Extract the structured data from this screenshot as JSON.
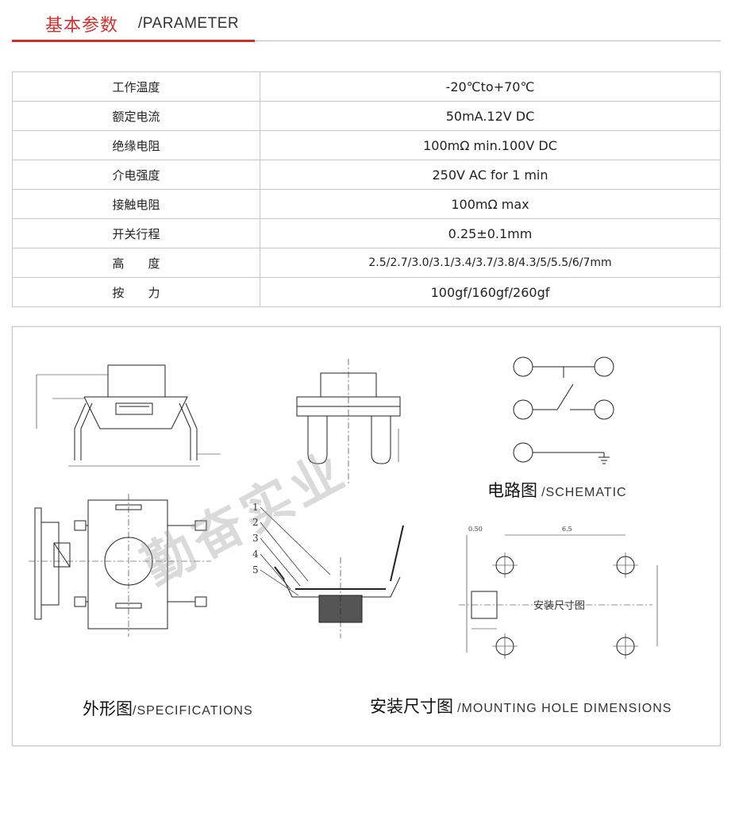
{
  "header": {
    "title_cn": "基本参数",
    "title_en": "/PARAMETER"
  },
  "params": [
    {
      "key": "工作温度",
      "value": "-20℃to+70℃"
    },
    {
      "key": "额定电流",
      "value": "50mA.12V DC"
    },
    {
      "key": "绝缘电阻",
      "value": "100mΩ min.100V DC"
    },
    {
      "key": "介电强度",
      "value": "250V AC for 1 min"
    },
    {
      "key": "接触电阻",
      "value": "100mΩ  max"
    },
    {
      "key": "开关行程",
      "value": "0.25±0.1mm"
    },
    {
      "key": "高　　度",
      "value": "2.5/2.7/3.0/3.1/3.4/3.7/3.8/4.3/5/5.5/6/7mm"
    },
    {
      "key": "按　　力",
      "value": "100gf/160gf/260gf"
    }
  ],
  "drawings": {
    "watermark": "勤奋实业",
    "schematic": {
      "cn": "电路图",
      "en": "/SCHEMATIC"
    },
    "specifications": {
      "cn": "外形图",
      "en": "/SPECIFICATIONS"
    },
    "mounting": {
      "cn": "安装尺寸图",
      "en": "/MOUNTING HOLE DIMENSIONS",
      "inner_label": "安装尺寸图"
    },
    "part_numbers": [
      "1",
      "2",
      "3",
      "4",
      "5"
    ],
    "dims": {
      "d1": "0.50",
      "d2": "6.5"
    }
  },
  "colors": {
    "accent": "#d0312d",
    "border": "#c6c6c6"
  }
}
